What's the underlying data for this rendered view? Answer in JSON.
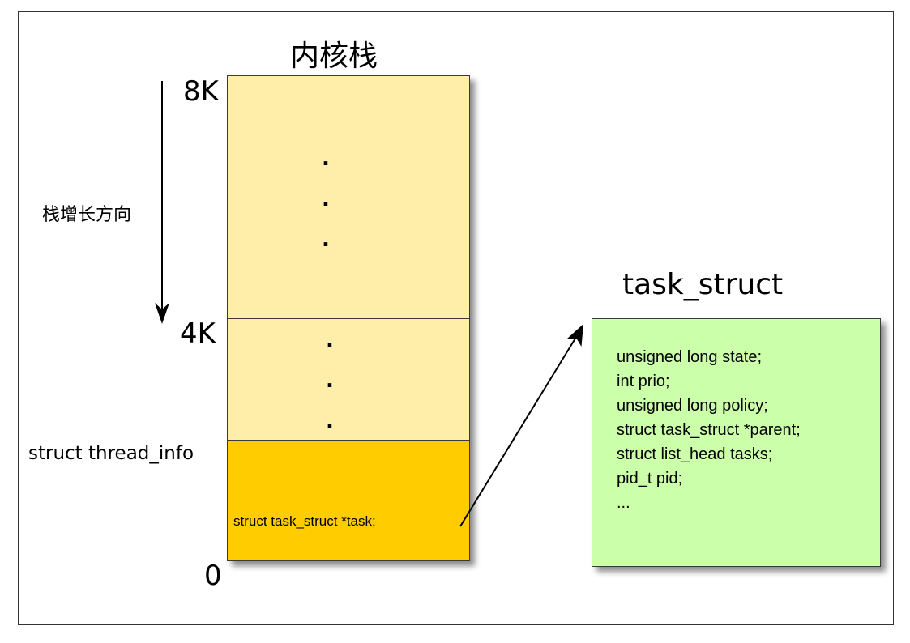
{
  "stack": {
    "title": "内核栈",
    "label_8k": "8K",
    "label_4k": "4K",
    "label_0": "0",
    "growth_direction": "栈增长方向",
    "thread_info_label": "struct thread_info",
    "task_field": "struct task_struct *task;",
    "dot": "."
  },
  "task_struct": {
    "title": "task_struct",
    "fields": [
      "unsigned long state;",
      "int prio;",
      "unsigned long policy;",
      "struct task_struct *parent;",
      "struct list_head tasks;",
      "pid_t pid;",
      "..."
    ]
  },
  "colors": {
    "stack_light": "#ffeeaa",
    "thread_info": "#ffcc00",
    "task_struct_box": "#ccffaa"
  }
}
